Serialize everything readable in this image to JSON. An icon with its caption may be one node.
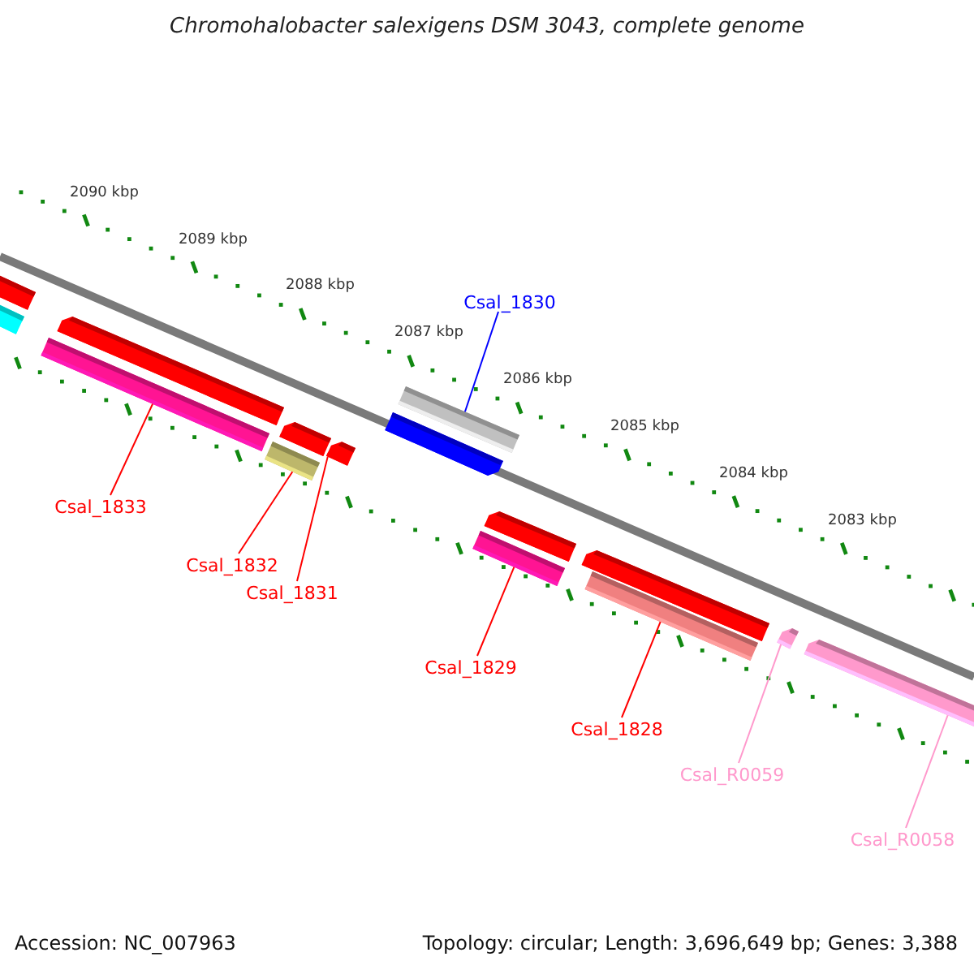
{
  "diagram": {
    "title": "Chromohalobacter salexigens DSM 3043, complete genome",
    "nodes": [
      {
        "text": [
          "Csal_1830"
        ]
      },
      {
        "text": [
          "Csal_1833"
        ]
      },
      {
        "text": [
          "Csal_1832"
        ]
      },
      {
        "text": [
          "Csal_1831"
        ]
      },
      {
        "text": [
          "Csal_1829"
        ]
      },
      {
        "text": [
          "Csal_1828"
        ]
      },
      {
        "text": [
          "Csal_R0059"
        ]
      },
      {
        "text": [
          "Csal_R0058"
        ]
      },
      {
        "text": [],
        "shape": "bar"
      },
      {
        "text": [],
        "shape": "bar"
      },
      {
        "text": [],
        "shape": "bar"
      },
      {
        "text": [],
        "shape": "bar"
      },
      {
        "text": [],
        "shape": "bar"
      },
      {
        "text": [],
        "shape": "bar"
      },
      {
        "text": [],
        "shape": "bar"
      },
      {
        "text": [],
        "shape": "bar"
      },
      {
        "text": [],
        "shape": "bar"
      },
      {
        "text": [],
        "shape": "bar"
      },
      {
        "text": [],
        "shape": "bar"
      },
      {
        "text": [],
        "shape": "bar"
      },
      {
        "text": [],
        "shape": "bar"
      },
      {
        "text": [],
        "shape": "bar"
      },
      {
        "text": [],
        "shape": "bar"
      }
    ],
    "edges": [
      {
        "from": 0,
        "to": 15,
        "arrow": "none",
        "color": "#0000ff"
      },
      {
        "from": 1,
        "to": 11,
        "arrow": "none"
      },
      {
        "from": 2,
        "to": 13,
        "arrow": "none"
      },
      {
        "from": 3,
        "to": 14,
        "arrow": "none"
      },
      {
        "from": 4,
        "to": 18,
        "arrow": "none"
      },
      {
        "from": 5,
        "to": 20,
        "arrow": "none"
      },
      {
        "from": 6,
        "to": 21,
        "arrow": "none",
        "color": "#ff99cc"
      },
      {
        "from": 7,
        "to": 22,
        "arrow": "none",
        "color": "#ff99cc"
      }
    ],
    "labels": [
      "2090 kbp",
      "2089 kbp",
      "2088 kbp",
      "2087 kbp",
      "2086 kbp",
      "2085 kbp",
      "2084 kbp",
      "2083 kbp",
      "Accession: NC_007963",
      "Topology: circular; Length: 3,696,649 bp; Genes: 3,388"
    ]
  }
}
